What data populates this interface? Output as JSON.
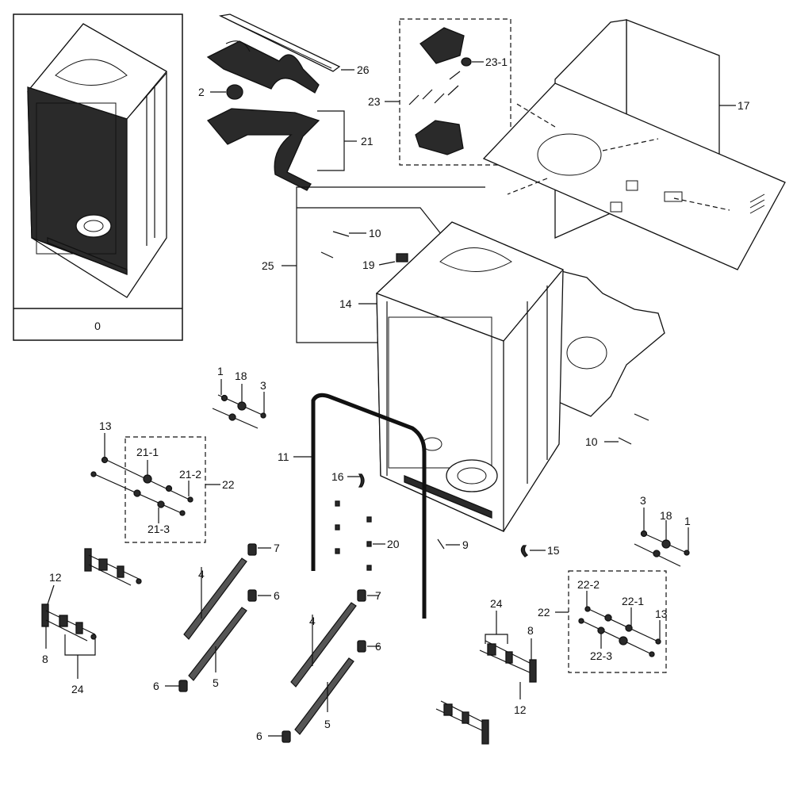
{
  "inset": {
    "label": "0"
  },
  "callouts": {
    "c26": "26",
    "c2": "2",
    "c21": "21",
    "c23": "23",
    "c23_1": "23-1",
    "c17": "17",
    "c25": "25",
    "c10a": "10",
    "c19": "19",
    "c14": "14",
    "c1a": "1",
    "c18a": "18",
    "c3a": "3",
    "c13a": "13",
    "c21_1": "21-1",
    "c21_2": "21-2",
    "c22a": "22",
    "c21_3": "21-3",
    "c11": "11",
    "c16": "16",
    "c20": "20",
    "c9": "9",
    "c15": "15",
    "c10b": "10",
    "c3b": "3",
    "c18b": "18",
    "c1b": "1",
    "c7a": "7",
    "c4a": "4",
    "c6a": "6",
    "c5a": "5",
    "c6b": "6",
    "c12a": "12",
    "c8a": "8",
    "c24a": "24",
    "c7b": "7",
    "c4b": "4",
    "c6c": "6",
    "c5b": "5",
    "c6d": "6",
    "c24b": "24",
    "c8b": "8",
    "c12b": "12",
    "c22_2": "22-2",
    "c22_1": "22-1",
    "c22b": "22",
    "c13b": "13",
    "c22_3": "22-3"
  }
}
